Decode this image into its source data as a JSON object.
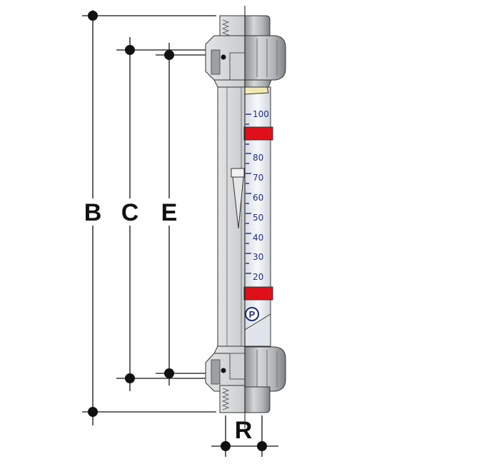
{
  "dimensions": {
    "b": "B",
    "c": "C",
    "e": "E",
    "r": "R"
  },
  "scale": {
    "marks": [
      "100",
      "80",
      "70",
      "60",
      "50",
      "40",
      "30",
      "20"
    ]
  },
  "brand_mark": "P",
  "colors": {
    "body_grey": "#b7b9bb",
    "body_dark": "#8f9294",
    "glass": "#e9edf2",
    "scale_blue": "#1e2a8a",
    "limit_red": "#e0101a",
    "dimension_line": "#111111"
  }
}
